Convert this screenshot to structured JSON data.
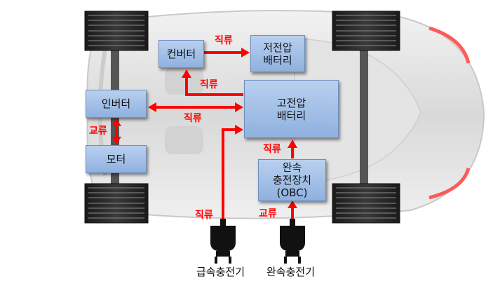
{
  "boxes": {
    "converter": {
      "label": "컨버터"
    },
    "low_voltage_battery": {
      "line1": "저전압",
      "line2": "배터리"
    },
    "inverter": {
      "label": "인버터"
    },
    "high_voltage_battery": {
      "line1": "고전압",
      "line2": "배터리"
    },
    "motor": {
      "label": "모터"
    },
    "obc": {
      "line1": "완속",
      "line2": "충전장치",
      "line3": "(OBC)"
    }
  },
  "flow_labels": {
    "converter_to_lv": "직류",
    "hv_to_converter": "직류",
    "inverter_hv": "직류",
    "inverter_motor": "교류",
    "obc_to_hv": "직류",
    "fast_charge_line": "직류",
    "slow_charge_line": "교류"
  },
  "plugs": {
    "fast": {
      "caption": "급속충전기"
    },
    "slow": {
      "caption": "완속충전기"
    }
  },
  "colors": {
    "arrow": "#ff0000",
    "box_fill": "#9dbbe6",
    "label": "#ff0000"
  }
}
